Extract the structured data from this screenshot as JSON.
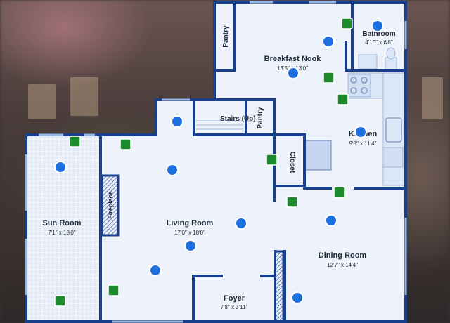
{
  "rooms": {
    "sun_room": {
      "name": "Sun Room",
      "dims": "7'1\" x 18'0\""
    },
    "living_room": {
      "name": "Living Room",
      "dims": "17'0\" x 18'0\""
    },
    "breakfast_nook": {
      "name": "Breakfast Nook",
      "dims": "13'5\" x 13'0\""
    },
    "bathroom": {
      "name": "Bathroom",
      "dims": "4'10\" x 6'8\""
    },
    "kitchen": {
      "name": "Kitchen",
      "dims": "9'8\" x 11'4\""
    },
    "dining_room": {
      "name": "Dining Room",
      "dims": "12'7\" x 14'4\""
    },
    "foyer": {
      "name": "Foyer",
      "dims": "7'8\" x 3'11\""
    }
  },
  "labels": {
    "pantry_upper": "Pantry",
    "pantry_lower": "Pantry",
    "stairs": "Stairs (Up)",
    "closet": "Closet",
    "fireplace": "Fireplace"
  },
  "markers": {
    "blue_color": "#1e6fe0",
    "green_color": "#1e8a2e"
  }
}
